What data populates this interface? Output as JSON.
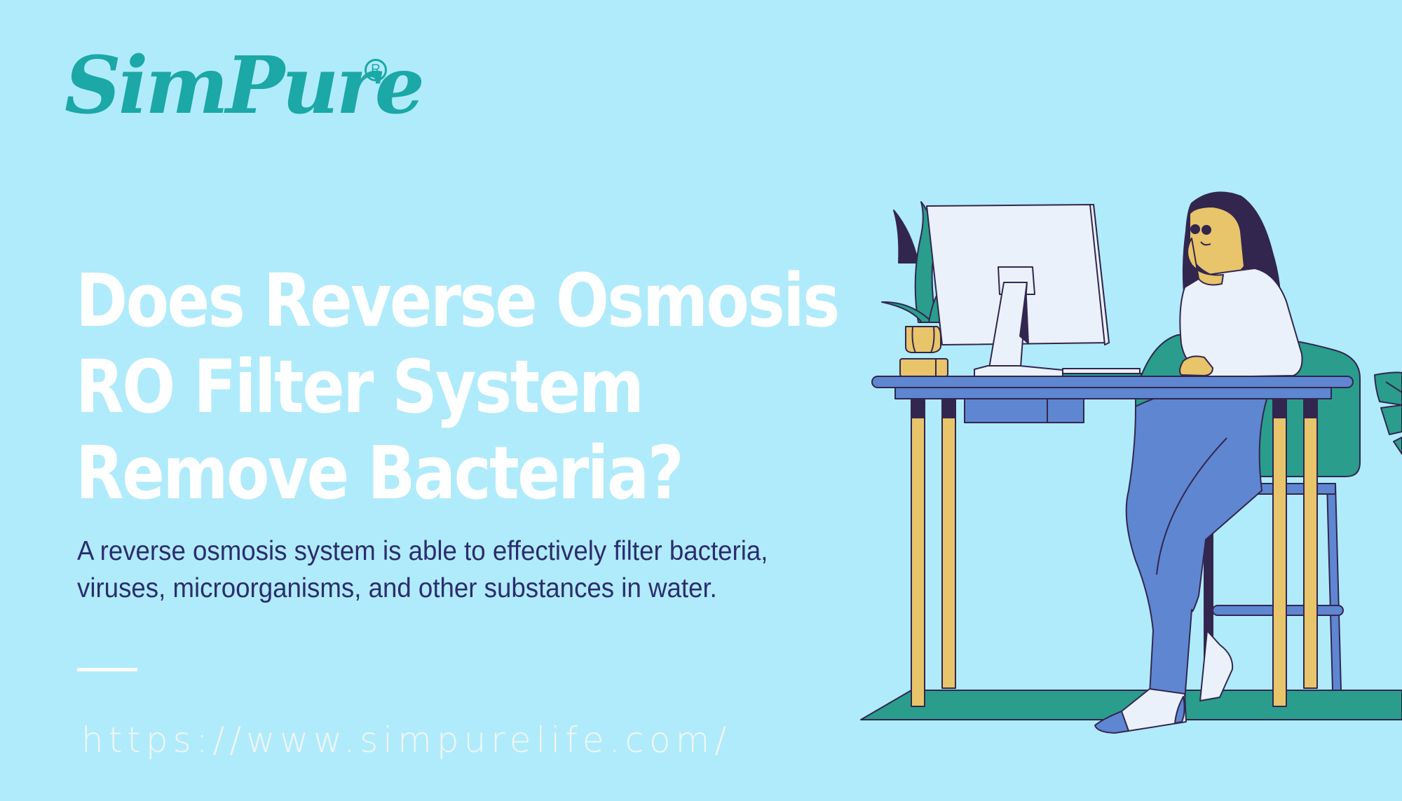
{
  "brand": {
    "logo_text": "SimPure",
    "registered_mark": "R",
    "color": "#1ba8a6"
  },
  "headline": {
    "lines": [
      "Does Reverse Osmosis",
      "RO Filter System",
      "Remove Bacteria?"
    ],
    "color": "#ffffff"
  },
  "subtitle": {
    "lines": [
      "A reverse osmosis system is able to effectively filter bacteria,",
      "viruses, microorganisms, and other substances in water."
    ],
    "color": "#2b2d6e"
  },
  "footer": {
    "url": "https://www.simpurelife.com/"
  },
  "illustration": {
    "description": "woman-sitting-at-desk-with-computer",
    "colors": {
      "background": "#b0ebfb",
      "desk": "#5f86d1",
      "desk_legs": "#e8c46a",
      "floor": "#2a9d8c",
      "chair": "#2a9d8c",
      "outline": "#32264f",
      "monitor": "#eaf1fa",
      "skin": "#e8c46a",
      "hair": "#32264f"
    }
  }
}
